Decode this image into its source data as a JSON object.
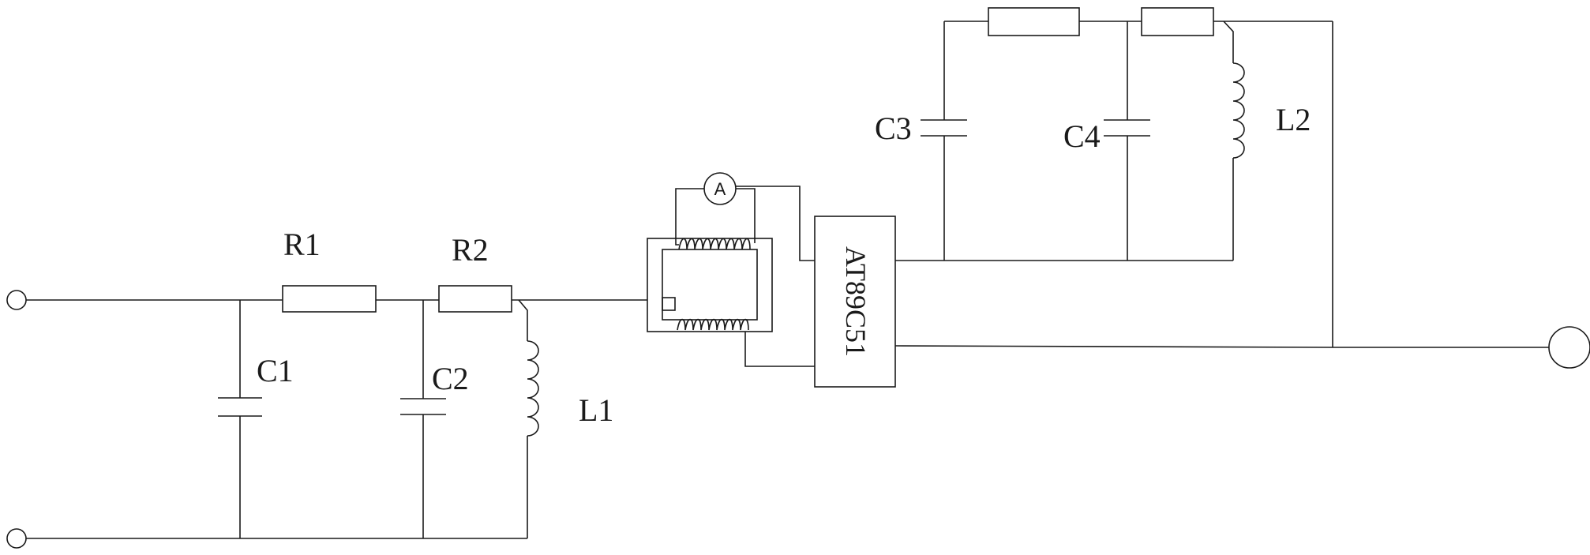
{
  "labels": {
    "r1": "R1",
    "r2": "R2",
    "c1": "C1",
    "c2": "C2",
    "l1": "L1",
    "c3": "C3",
    "c4": "C4",
    "l2": "L2",
    "chip": "AT89C51",
    "ammeter": "A"
  }
}
